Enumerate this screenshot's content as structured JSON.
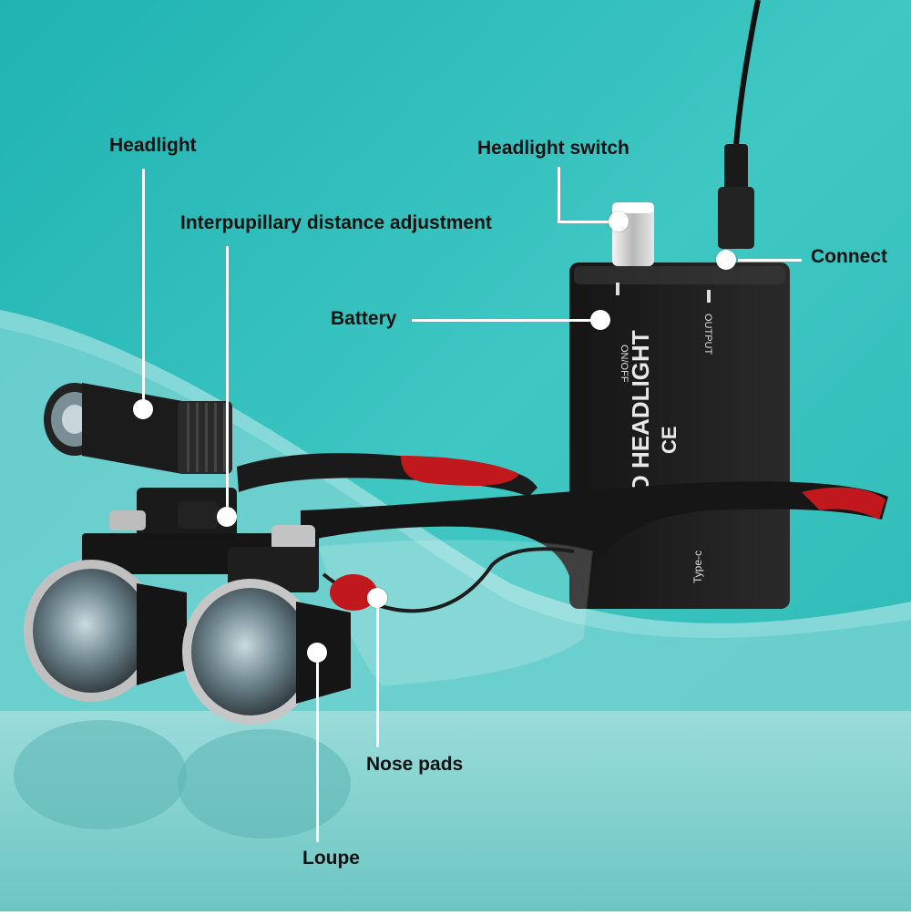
{
  "colors": {
    "background": "#35c3c0",
    "floor": "#7fcfcd",
    "frame": "#1a1a1a",
    "accent_red": "#c0181c",
    "label_text": "#111111",
    "callout": "#ffffff"
  },
  "labels": {
    "headlight": "Headlight",
    "ipd_adjustment": "Interpupillary distance adjustment",
    "headlight_switch": "Headlight switch",
    "connect": "Connect",
    "battery": "Battery",
    "nose_pads": "Nose pads",
    "loupe": "Loupe"
  },
  "device": {
    "brand_text": "D HEADLIGHT",
    "ce_mark": "CE",
    "on_off": "ON/OFF",
    "output": "OUTPUT",
    "port": "Type-c"
  },
  "icons": [
    "headlight-lamp-icon",
    "battery-box-icon",
    "loupe-lens-icon",
    "switch-knob-icon",
    "cable-plug-icon"
  ]
}
